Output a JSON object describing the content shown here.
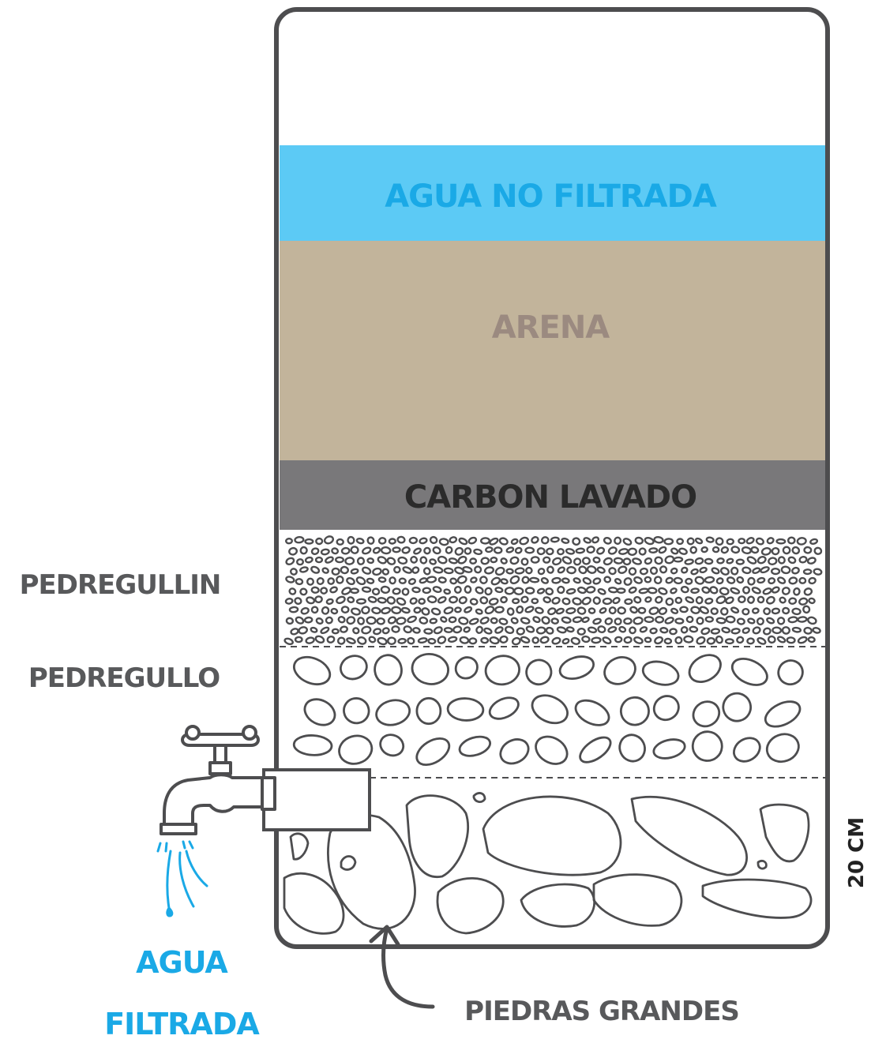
{
  "layers": {
    "water_label": "AGUA NO FILTRADA",
    "sand_label": "ARENA",
    "carbon_label": "CARBON LAVADO"
  },
  "side_labels": {
    "fine_gravel": "PEDREGULLIN",
    "gravel": "PEDREGULLO",
    "large_stones": "PIEDRAS GRANDES",
    "height": "20 CM",
    "filtered_line1": "AGUA",
    "filtered_line2": "FILTRADA"
  },
  "colors": {
    "outline": "#4d4d4f",
    "water_band": "#5ccaf5",
    "water_text": "#1aa9e6",
    "sand_band": "#c2b49b",
    "sand_text": "#9b8a80",
    "carbon_band": "#79787a",
    "carbon_text": "#2b2b2b",
    "label_gray": "#58595b",
    "filtered_text": "#1aa9e6"
  },
  "icons": {
    "faucet": "faucet-icon",
    "drops": "water-drops-icon",
    "arrow": "curved-arrow-icon"
  }
}
